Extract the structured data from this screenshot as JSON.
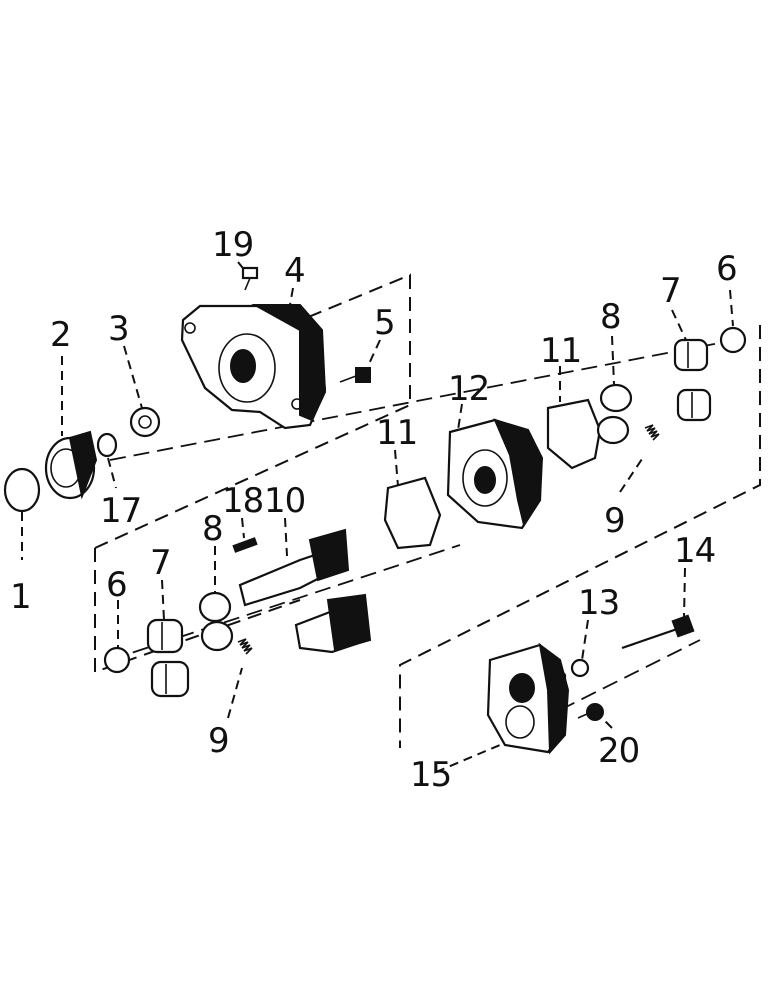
{
  "callouts": {
    "c1": "1",
    "c2": "2",
    "c3": "3",
    "c4": "4",
    "c5": "5",
    "c6a": "6",
    "c6b": "6",
    "c7a": "7",
    "c7b": "7",
    "c8a": "8",
    "c8b": "8",
    "c9a": "9",
    "c9b": "9",
    "c10": "10",
    "c11a": "11",
    "c11b": "11",
    "c12": "12",
    "c13": "13",
    "c14": "14",
    "c15": "15",
    "c17": "17",
    "c18": "18",
    "c19": "19",
    "c20": "20"
  }
}
